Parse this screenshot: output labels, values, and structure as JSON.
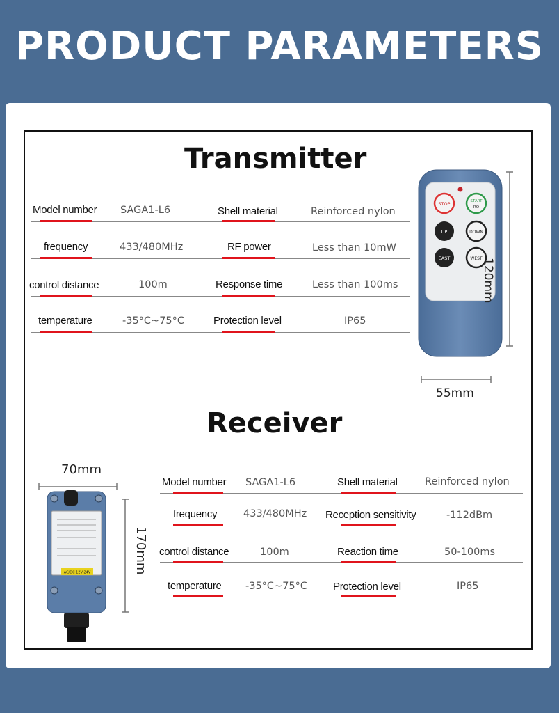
{
  "header": {
    "title": "PRODUCT PARAMETERS"
  },
  "transmitter": {
    "title": "Transmitter",
    "rows": [
      {
        "l1": "Model number",
        "v1": "SAGA1-L6",
        "l2": "Shell material",
        "v2": "Reinforced nylon"
      },
      {
        "l1": "frequency",
        "v1": "433/480MHz",
        "l2": "RF power",
        "v2": "Less than 10mW"
      },
      {
        "l1": "control distance",
        "v1": "100m",
        "l2": "Response time",
        "v2": "Less than 100ms"
      },
      {
        "l1": "temperature",
        "v1": "-35°C~75°C",
        "l2": "Protection level",
        "v2": "IP65"
      }
    ],
    "height": "120mm",
    "width": "55mm",
    "buttons": {
      "stop": "STOP",
      "start": "START",
      "ro": "RO",
      "up": "UP",
      "down": "DOWN",
      "east": "EAST",
      "west": "WEST"
    }
  },
  "receiver": {
    "title": "Receiver",
    "rows": [
      {
        "l1": "Model number",
        "v1": "SAGA1-L6",
        "l2": "Shell material",
        "v2": "Reinforced nylon"
      },
      {
        "l1": "frequency",
        "v1": "433/480MHz",
        "l2": "Reception sensitivity",
        "v2": "-112dBm"
      },
      {
        "l1": "control distance",
        "v1": "100m",
        "l2": "Reaction time",
        "v2": "50-100ms"
      },
      {
        "l1": "temperature",
        "v1": "-35°C~75°C",
        "l2": "Protection level",
        "v2": "IP65"
      }
    ],
    "width": "70mm",
    "height": "170mm",
    "plate_label": "AC/DC 12V-24V"
  },
  "colors": {
    "accent_red": "#e0141c",
    "background": "#4a6c93",
    "device_blue": "#5b7da8"
  }
}
